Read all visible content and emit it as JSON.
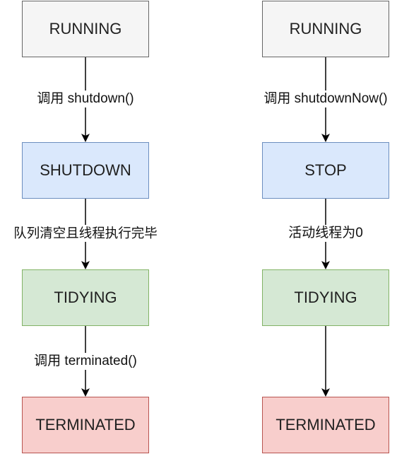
{
  "colors": {
    "running": {
      "fill": "#f5f5f5",
      "stroke": "#666666"
    },
    "shutdown": {
      "fill": "#dae8fc",
      "stroke": "#6c8ebf"
    },
    "tidying": {
      "fill": "#d5e8d4",
      "stroke": "#82b366"
    },
    "terminated": {
      "fill": "#f8cecc",
      "stroke": "#b85450"
    },
    "edge": "#000000"
  },
  "left": {
    "running": "RUNNING",
    "shutdown": "SHUTDOWN",
    "tidying": "TIDYING",
    "terminated": "TERMINATED",
    "edge1_label": "调用 shutdown()",
    "edge2_label": "队列清空且线程执行完毕",
    "edge3_label": "调用 terminated()"
  },
  "right": {
    "running": "RUNNING",
    "stop": "STOP",
    "tidying": "TIDYING",
    "terminated": "TERMINATED",
    "edge1_label": "调用 shutdownNow()",
    "edge2_label": "活动线程为0"
  }
}
